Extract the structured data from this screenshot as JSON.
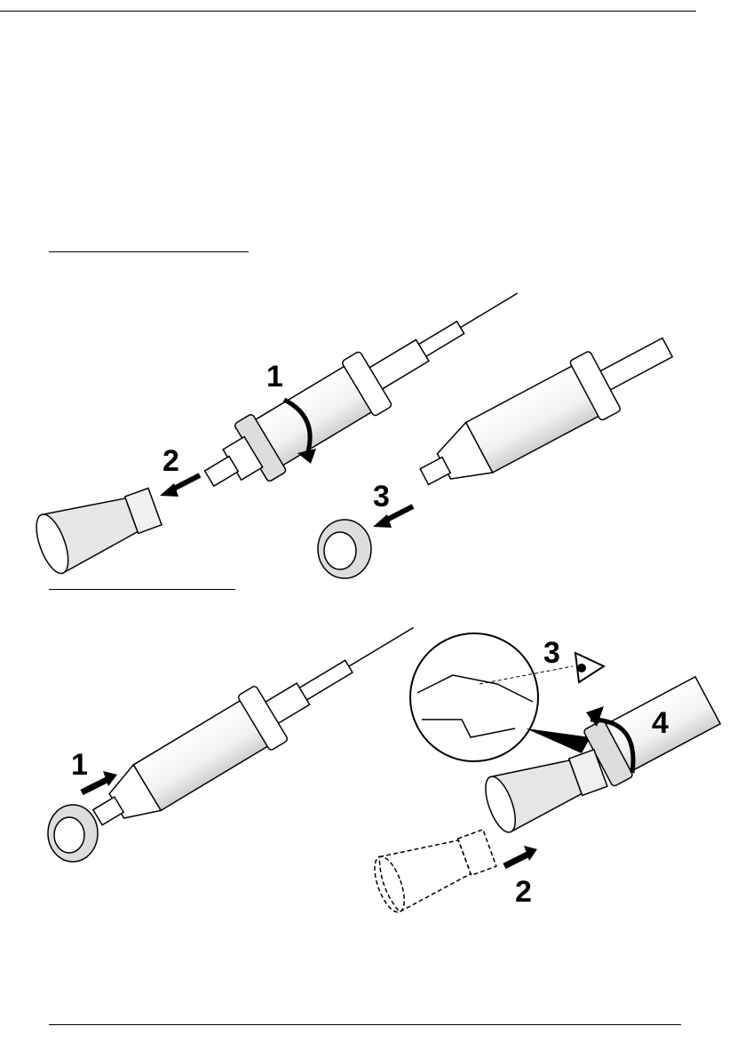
{
  "figure1": {
    "steps": {
      "a": "1",
      "b": "2",
      "c": "3"
    }
  },
  "figure2": {
    "steps": {
      "a": "1",
      "b": "2",
      "c": "3",
      "d": "4"
    }
  },
  "colors": {
    "ink": "#000000",
    "tube": "#ffffff",
    "shade": "#d9d9d9"
  },
  "icons": [
    "sensor-probe-icon",
    "nut-icon",
    "nozzle-cap-icon",
    "arrow-icon",
    "eye-icon",
    "magnifier-callout-icon"
  ]
}
